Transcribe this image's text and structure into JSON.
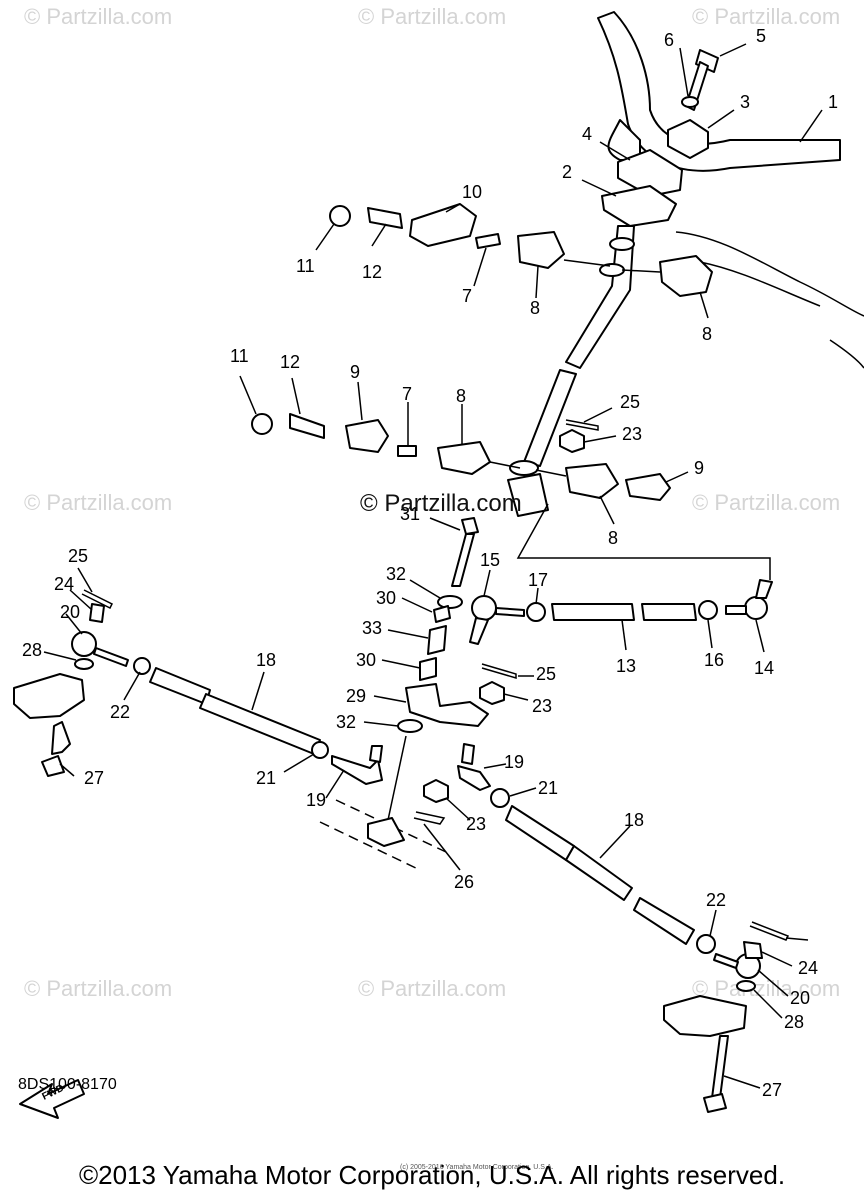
{
  "watermarks": {
    "text": "© Partzilla.com",
    "center": "© Partzilla.com"
  },
  "labels": [
    "1",
    "2",
    "3",
    "4",
    "5",
    "6",
    "7",
    "7",
    "8",
    "8",
    "8",
    "8",
    "9",
    "9",
    "10",
    "11",
    "11",
    "12",
    "12",
    "13",
    "14",
    "15",
    "16",
    "17",
    "18",
    "18",
    "19",
    "19",
    "20",
    "20",
    "21",
    "21",
    "22",
    "22",
    "23",
    "23",
    "23",
    "24",
    "24",
    "25",
    "25",
    "25",
    "26",
    "27",
    "27",
    "28",
    "28",
    "29",
    "30",
    "30",
    "31",
    "32",
    "32",
    "33"
  ],
  "fwd_badge": "FWD",
  "diagram_code": "8DS100-8170",
  "copyright": "©2013 Yamaha Motor Corporation, U.S.A. All rights reserved.",
  "tiny_note": "(c) 2005-2016 Yamaha Motor Corporation, U.S.A."
}
